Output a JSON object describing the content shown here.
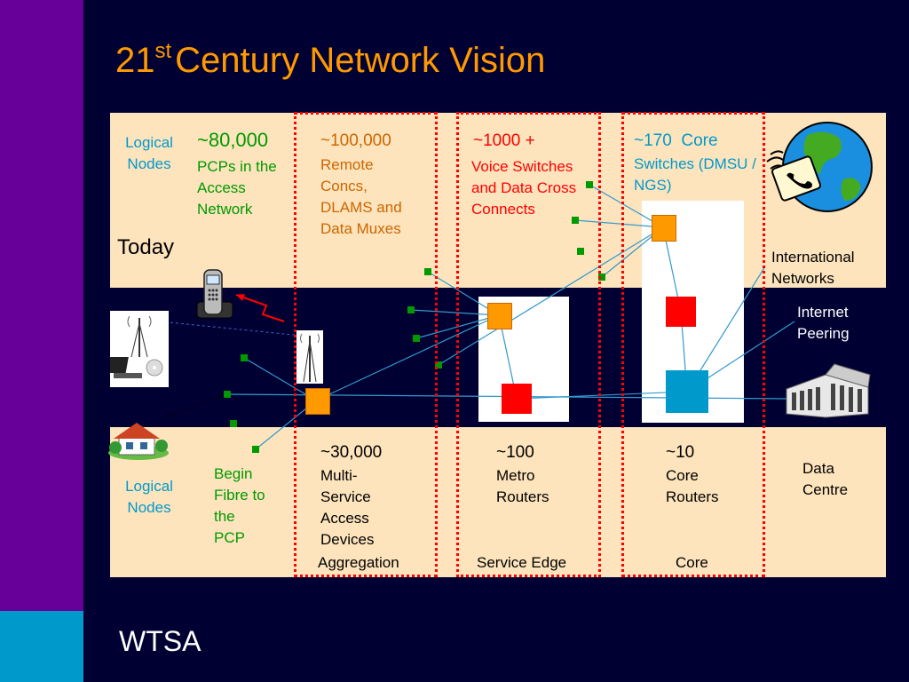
{
  "title": {
    "main_a": "21",
    "sup": "st",
    "main_b": "Century Network Vision"
  },
  "footer": "WTSA",
  "today_label": "Today",
  "top": {
    "logical_nodes": "Logical Nodes",
    "pcp_count": "~80,000",
    "pcp_desc": "PCPs in the Access Network",
    "remote_count": "~100,000",
    "remote_desc": "Remote Concs, DLAMS and Data Muxes",
    "voice_count": "~1000 +",
    "voice_desc": "Voice Switches and Data Cross Connects",
    "core_count": "~170  Core",
    "core_desc": "Switches (DMSU / NGS)"
  },
  "right_labels": {
    "international": "International Networks",
    "internet": "Internet Peering",
    "data_centre": "Data Centre"
  },
  "bottom": {
    "logical_nodes": "Logical Nodes",
    "begin_fibre": "Begin Fibre to the PCP",
    "msad_count": "~30,000",
    "msad_desc": "Multi-Service Access Devices",
    "metro_count": "~100",
    "metro_desc": "Metro Routers",
    "core_count": "~10",
    "core_desc": "Core Routers"
  },
  "sections": {
    "aggregation": "Aggregation",
    "service_edge": "Service Edge",
    "core": "Core"
  },
  "colors": {
    "background": "#000033",
    "band": "#fde4bd",
    "orange_node": "#ff9900",
    "red_node": "#ff0000",
    "blue_node": "#0099cc",
    "link": "#3399cc"
  }
}
